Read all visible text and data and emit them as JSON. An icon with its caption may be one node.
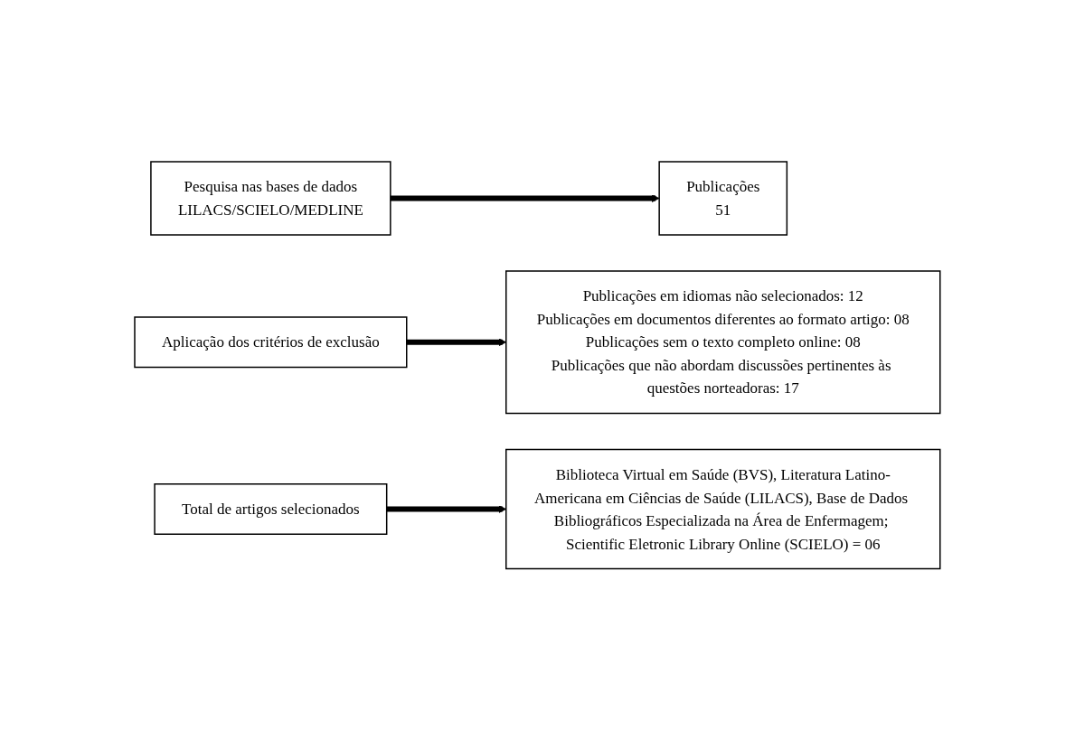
{
  "diagram": {
    "nodes": [
      {
        "text": [
          "Pesquisa nas bases de dados",
          "LILACS/SCIELO/MEDLINE"
        ]
      },
      {
        "text": [
          "Publicações",
          "51"
        ]
      },
      {
        "text": [
          "Aplicação dos critérios de exclusão"
        ]
      },
      {
        "text": [
          "Publicações em idiomas não selecionados: 12",
          "Publicações em documentos diferentes ao formato artigo: 08",
          "Publicações sem o texto completo online: 08",
          "Publicações que não abordam discussões pertinentes às questões norteadoras: 17"
        ]
      },
      {
        "text": [
          "Total de artigos selecionados"
        ]
      },
      {
        "text": [
          "Biblioteca Virtual em Saúde (BVS), Literatura Latino-Americana em Ciências de Saúde (LILACS), Base de Dados Bibliográficos Especializada na Área de Enfermagem; Scientific Eletronic Library Online (SCIELO) = 06"
        ]
      }
    ],
    "edges": [
      {
        "from": 0,
        "to": 1,
        "arrow": "to"
      },
      {
        "from": 2,
        "to": 3,
        "arrow": "to"
      },
      {
        "from": 4,
        "to": 5,
        "arrow": "to"
      }
    ]
  }
}
